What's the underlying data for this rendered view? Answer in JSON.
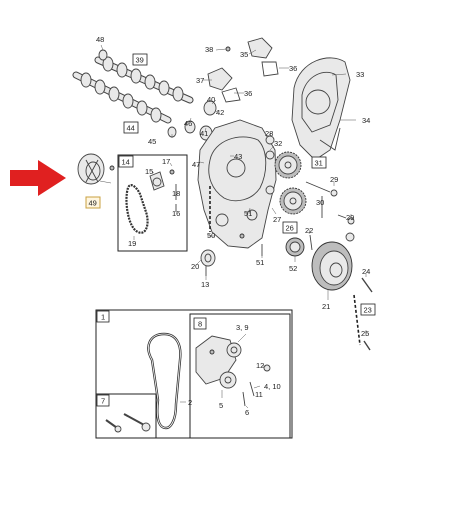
{
  "diagram": {
    "plain_labels": [
      {
        "id": "48",
        "text": "48"
      },
      {
        "id": "38",
        "text": "38"
      },
      {
        "id": "35",
        "text": "35"
      },
      {
        "id": "36a",
        "text": "36"
      },
      {
        "id": "37",
        "text": "37"
      },
      {
        "id": "36b",
        "text": "36"
      },
      {
        "id": "40",
        "text": "40"
      },
      {
        "id": "42",
        "text": "42"
      },
      {
        "id": "33",
        "text": "33"
      },
      {
        "id": "46",
        "text": "46"
      },
      {
        "id": "41",
        "text": "41"
      },
      {
        "id": "28",
        "text": "28"
      },
      {
        "id": "34",
        "text": "34"
      },
      {
        "id": "45",
        "text": "45"
      },
      {
        "id": "32",
        "text": "32"
      },
      {
        "id": "43",
        "text": "43"
      },
      {
        "id": "47",
        "text": "47"
      },
      {
        "id": "17",
        "text": "17"
      },
      {
        "id": "15",
        "text": "15"
      },
      {
        "id": "29a",
        "text": "29"
      },
      {
        "id": "18",
        "text": "18"
      },
      {
        "id": "27",
        "text": "27"
      },
      {
        "id": "30",
        "text": "30"
      },
      {
        "id": "51a",
        "text": "51"
      },
      {
        "id": "16",
        "text": "16"
      },
      {
        "id": "29b",
        "text": "29"
      },
      {
        "id": "22",
        "text": "22"
      },
      {
        "id": "50",
        "text": "50"
      },
      {
        "id": "19",
        "text": "19"
      },
      {
        "id": "20",
        "text": "20"
      },
      {
        "id": "51b",
        "text": "51"
      },
      {
        "id": "52",
        "text": "52"
      },
      {
        "id": "24",
        "text": "24"
      },
      {
        "id": "13",
        "text": "13"
      },
      {
        "id": "21",
        "text": "21"
      },
      {
        "id": "39_10",
        "text": "3, 9"
      },
      {
        "id": "12",
        "text": "12"
      },
      {
        "id": "11",
        "text": "11"
      },
      {
        "id": "4_10",
        "text": "4, 10"
      },
      {
        "id": "5",
        "text": "5"
      },
      {
        "id": "2",
        "text": "2"
      },
      {
        "id": "6",
        "text": "6"
      },
      {
        "id": "25",
        "text": "25"
      }
    ],
    "boxed_labels": [
      {
        "id": "b39",
        "text": "39"
      },
      {
        "id": "b44",
        "text": "44"
      },
      {
        "id": "b31",
        "text": "31"
      },
      {
        "id": "b14",
        "text": "14"
      },
      {
        "id": "b49",
        "text": "49"
      },
      {
        "id": "b26",
        "text": "26"
      },
      {
        "id": "b23",
        "text": "23"
      },
      {
        "id": "b1",
        "text": "1"
      },
      {
        "id": "b8",
        "text": "8"
      },
      {
        "id": "b7",
        "text": "7"
      }
    ],
    "colors": {
      "arrow": "#e02020",
      "line": "#444444",
      "label_49_border": "#c8a040"
    }
  }
}
